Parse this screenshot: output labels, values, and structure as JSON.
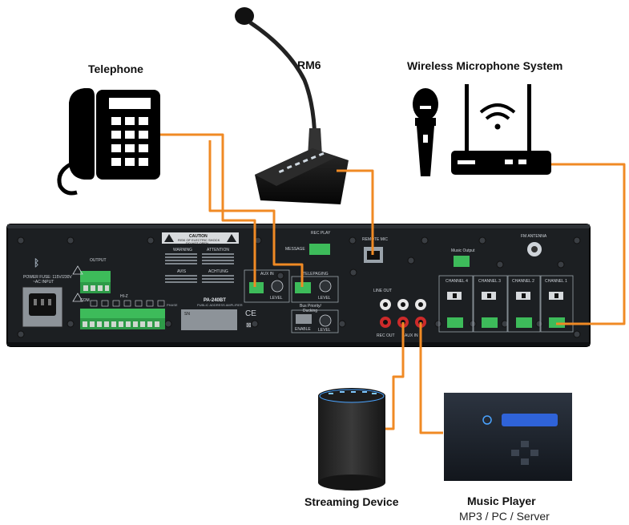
{
  "devices": {
    "telephone": {
      "label": "Telephone"
    },
    "rm6": {
      "label": "RM6"
    },
    "wireless": {
      "label": "Wireless Microphone System"
    },
    "streaming": {
      "label": "Streaming Device"
    },
    "music_player": {
      "label": "Music Player",
      "sublabel": "MP3 / PC / Server"
    }
  },
  "amplifier": {
    "model": "PA-240BT",
    "model_sub": "PUBLIC ADDRESS AMPLIFIER",
    "power_label": "POWER FUSE: 115V/230V",
    "power_sub": "~AC INPUT",
    "output_label": "OUTPUT",
    "hiz_label": "HI-Z",
    "com_label": "COM",
    "caution_title": "CAUTION",
    "caution_line1": "RISK OF ELECTRIC SHOCK",
    "caution_line2": "DO NOT OPEN",
    "warning_title": "WARNING",
    "attention_title": "ATTENTION",
    "avis_title": "AVIS",
    "achtung_title": "ACHTUNG",
    "sn_label": "SN",
    "aux_in_label": "AUX IN",
    "tel_paging_label": "TELEPAGING",
    "rec_play_label": "REC PLAY",
    "message_label": "MESSAGE",
    "remote_mic_label": "REMOTE MIC",
    "music_output_label": "Music Output",
    "fm_antenna_label": "FM ANTENNA",
    "line_out_label": "LINE OUT",
    "rec_out_label": "REC OUT",
    "aux_in2_label": "AUX IN",
    "bus_priority_label": "Bus Priority/",
    "bus_ducking_label": "Ducking",
    "enable_label": "ENABLE",
    "level_label": "LEVEL",
    "channels": [
      "CHANNEL 4",
      "CHANNEL 3",
      "CHANNEL 2",
      "CHANNEL 1"
    ]
  },
  "colors": {
    "wire": "#F08A24",
    "panel": "#1c1f22",
    "terminal": "#3dbb5a",
    "rca_red": "#cc2a2a"
  }
}
